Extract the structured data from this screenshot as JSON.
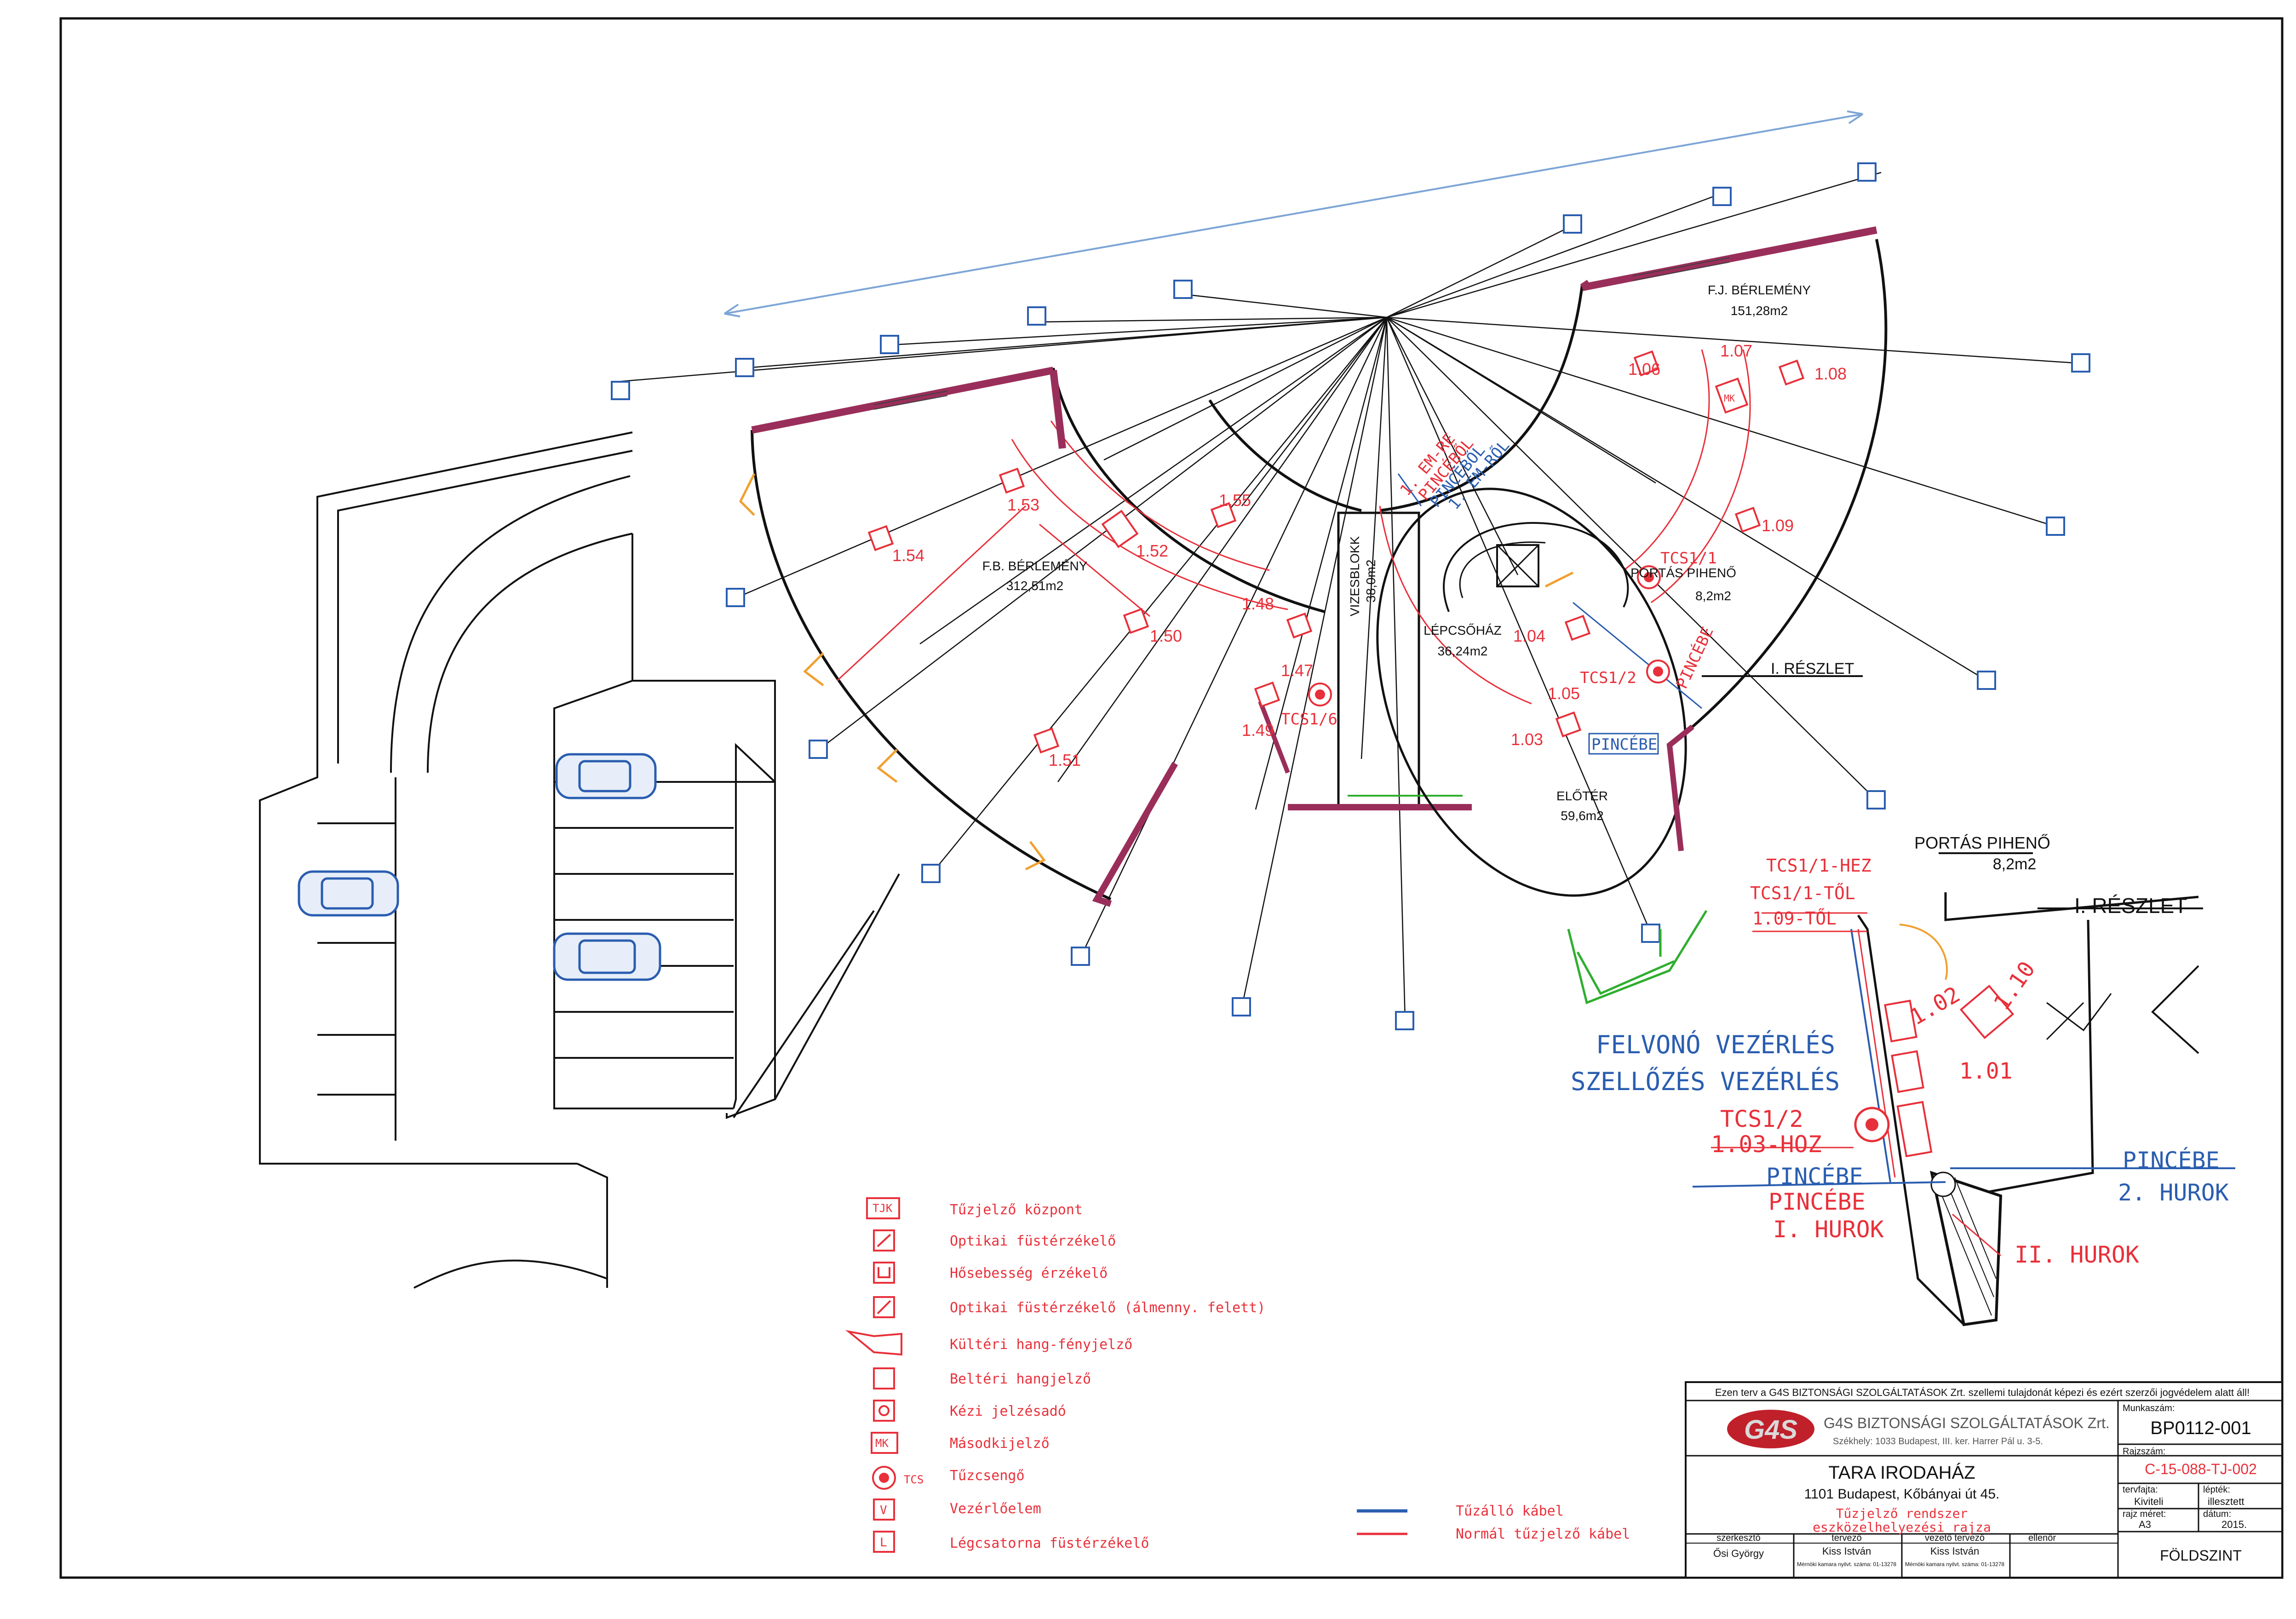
{
  "colors": {
    "fire_red": "#e8303a",
    "cable_blue": "#2a5db0",
    "frame": "#111111",
    "green": "#2fae2f",
    "orange": "#f0a030",
    "wall": "#9a2e5a"
  },
  "rooms": {
    "fb": {
      "name": "F.B. BÉRLEMÉNY",
      "area": "312,51m2"
    },
    "fj": {
      "name": "F.J. BÉRLEMÉNY",
      "area": "151,28m2"
    },
    "vizesblokk": {
      "name": "VIZESBLOKK",
      "area": "38,0m2"
    },
    "lepcsohaz": {
      "name": "LÉPCSŐHÁZ",
      "area": "36,24m2"
    },
    "eloter": {
      "name": "ELŐTÉR",
      "area": "59,6m2"
    },
    "portas": {
      "name": "PORTÁS PIHENŐ",
      "area": "8,2m2"
    },
    "reszlet": "I. RÉSZLET"
  },
  "detectors": [
    "1.01",
    "1.02",
    "1.03",
    "1.04",
    "1.05",
    "1.06",
    "1.07",
    "1.08",
    "1.09",
    "1.10",
    "1.47",
    "1.48",
    "1.49",
    "1.50",
    "1.51",
    "1.52",
    "1.53",
    "1.54",
    "1.55"
  ],
  "plan_labels": {
    "tcs11": "TCS1/1",
    "tcs12": "TCS1/2",
    "tcs16": "TCS1/6",
    "mk": "MK",
    "pincebe": "PINCÉBE",
    "em_re": "1. EM-RE",
    "pincebol": "PINCÉBŐL",
    "pincebol_blue": "PINCÉBŐL",
    "em_rol": "1. EM-RŐL"
  },
  "detail": {
    "portas_name": "PORTÁS PIHENŐ",
    "portas_area": "8,2m2",
    "title": "I. RÉSZLET",
    "tcs11_hez": "TCS1/1-HEZ",
    "tcs11_tol": "TCS1/1-TŐL",
    "t109_tol": "1.09-TŐL",
    "felvono": "FELVONÓ VEZÉRLÉS",
    "szellozes": "SZELLŐZÉS VEZÉRLÉS",
    "tcs12": "TCS1/2",
    "t103_hoz": "1.03-HOZ",
    "pincebe_blue": "PINCÉBE",
    "pincebe_red": "PINCÉBE",
    "hurok1": "I. HUROK",
    "hurok2": "II. HUROK",
    "pincebe_right": "PINCÉBE",
    "hurok2_right": "2. HUROK",
    "d101": "1.01",
    "d102": "1.02",
    "d110": "1.10"
  },
  "legend": {
    "items": [
      {
        "icon": "TJK",
        "label": "Tűzjelző központ"
      },
      {
        "icon": "optical-smoke",
        "label": "Optikai füstérzékelő"
      },
      {
        "icon": "heat",
        "label": "Hősebesség érzékelő"
      },
      {
        "icon": "optical-ceiling",
        "label": "Optikai füstérzékelő (álmenny. felett)"
      },
      {
        "icon": "outdoor-siren",
        "label": "Kültéri hang-fényjelző"
      },
      {
        "icon": "indoor-sounder",
        "label": "Beltéri hangjelző"
      },
      {
        "icon": "manual-call",
        "label": "Kézi jelzésadó"
      },
      {
        "icon": "MK",
        "label": "Másodkijelző"
      },
      {
        "icon": "TCS",
        "label": "Tűzcsengő"
      },
      {
        "icon": "V",
        "label": "Vezérlőelem"
      },
      {
        "icon": "L",
        "label": "Légcsatorna füstérzékelő"
      }
    ],
    "cable_fire": "Tűzálló kábel",
    "cable_normal": "Normál tűzjelző kábel"
  },
  "title_block": {
    "copyright": "Ezen terv a G4S BIZTONSÁGI SZOLGÁLTATÁSOK Zrt. szellemi tulajdonát képezi és ezért szerzői jogvédelem alatt áll!",
    "logo": "G4S",
    "company": "G4S BIZTONSÁGI SZOLGÁLTATÁSOK Zrt.",
    "address": "Székhely: 1033 Budapest, III. ker. Harrer Pál u. 3-5.",
    "munkaszam_label": "Munkaszám:",
    "munkaszam": "BP0112-001",
    "rajzszam_label": "Rajzszám:",
    "rajzszam": "C-15-088-TJ-002",
    "project": "TARA IRODAHÁZ",
    "project_address": "1101 Budapest, Kőbányai út 45.",
    "drawing_title1": "Tűzjelző rendszer",
    "drawing_title2": "eszközelhelyezési rajza",
    "tervfajta_label": "tervfajta:",
    "tervfajta": "Kiviteli",
    "leptek_label": "lépték:",
    "leptek": "illesztett",
    "rajzmeret_label": "rajz méret:",
    "rajzmeret": "A3",
    "datum_label": "dátum:",
    "datum": "2015.",
    "level": "FÖLDSZINT",
    "szerkeszto_label": "szerkesztő",
    "szerkeszto": "Ősi György",
    "tervezo_label": "tervező",
    "tervezo": "Kiss István",
    "tervezo_note": "Mérnöki kamara nyilvt. száma: 01-13278",
    "vezeto_label": "vezető tervező",
    "vezeto": "Kiss István",
    "vezeto_note": "Mérnöki kamara nyilvt. száma: 01-13278",
    "ellenor_label": "ellenőr"
  }
}
